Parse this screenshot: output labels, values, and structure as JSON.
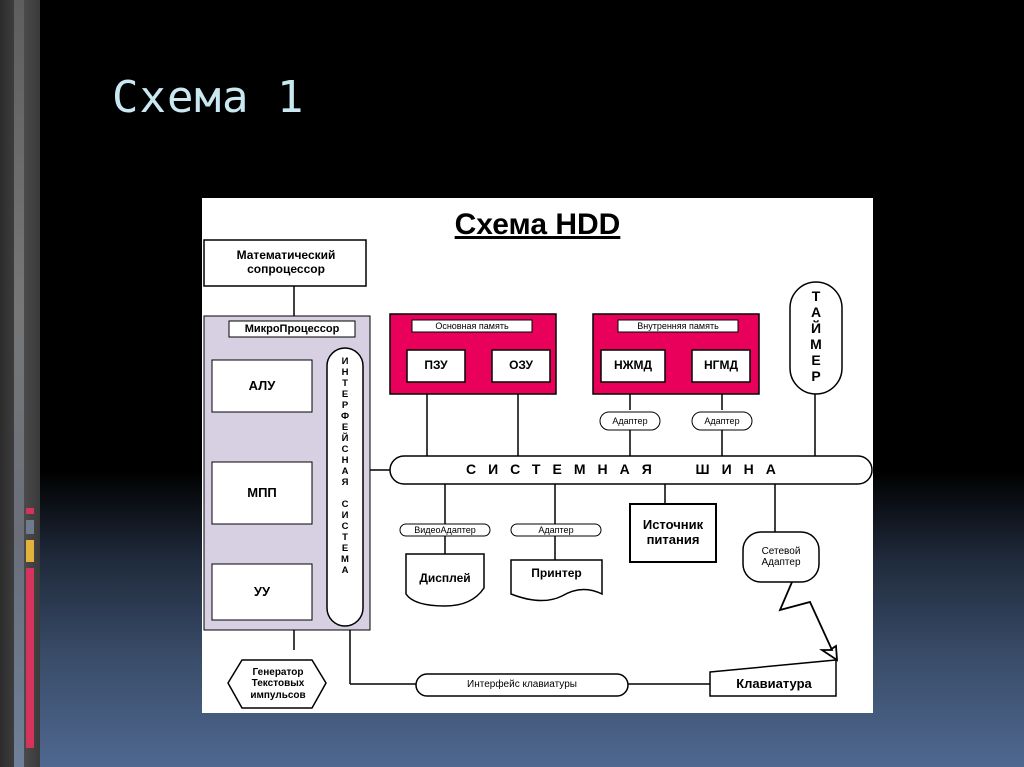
{
  "slide": {
    "title": "Схема 1"
  },
  "diagram": {
    "title": "Схема HDD",
    "math_coprocessor": "Математический сопроцессор",
    "microprocessor": "МикроПроцессор",
    "alu": "АЛУ",
    "mpp": "МПП",
    "uu": "УУ",
    "interface_system": "И\nН\nТ\nЕ\nР\nФ\nЕ\nЙ\nС\nН\nА\nЯ\n\nС\nИ\nС\nТ\nЕ\nМ\nА",
    "main_memory": "Основная память",
    "rom": "ПЗУ",
    "ram": "ОЗУ",
    "internal_memory": "Внутренняя память",
    "hdd": "НЖМД",
    "fdd": "НГМД",
    "adapter_hdd": "Адаптер",
    "adapter_fdd": "Адаптер",
    "timer": "Т\nА\nЙ\nМ\nЕ\nР",
    "system_bus": "СИСТЕМНАЯ  ШИНА",
    "video_adapter": "ВидеоАдаптер",
    "display": "Дисплей",
    "printer_adapter": "Адаптер",
    "printer": "Принтер",
    "power_supply": "Источник питания",
    "network_adapter": "Сетевой Адаптер",
    "pulse_generator": "Генератор Текстовых импульсов",
    "keyboard_interface": "Интерфейс клавиатуры",
    "keyboard": "Клавиатура"
  },
  "colors": {
    "memory_fill": "#e8005a",
    "cpu_fill": "#d6d0e2",
    "title_color": "#c9e8f2"
  }
}
